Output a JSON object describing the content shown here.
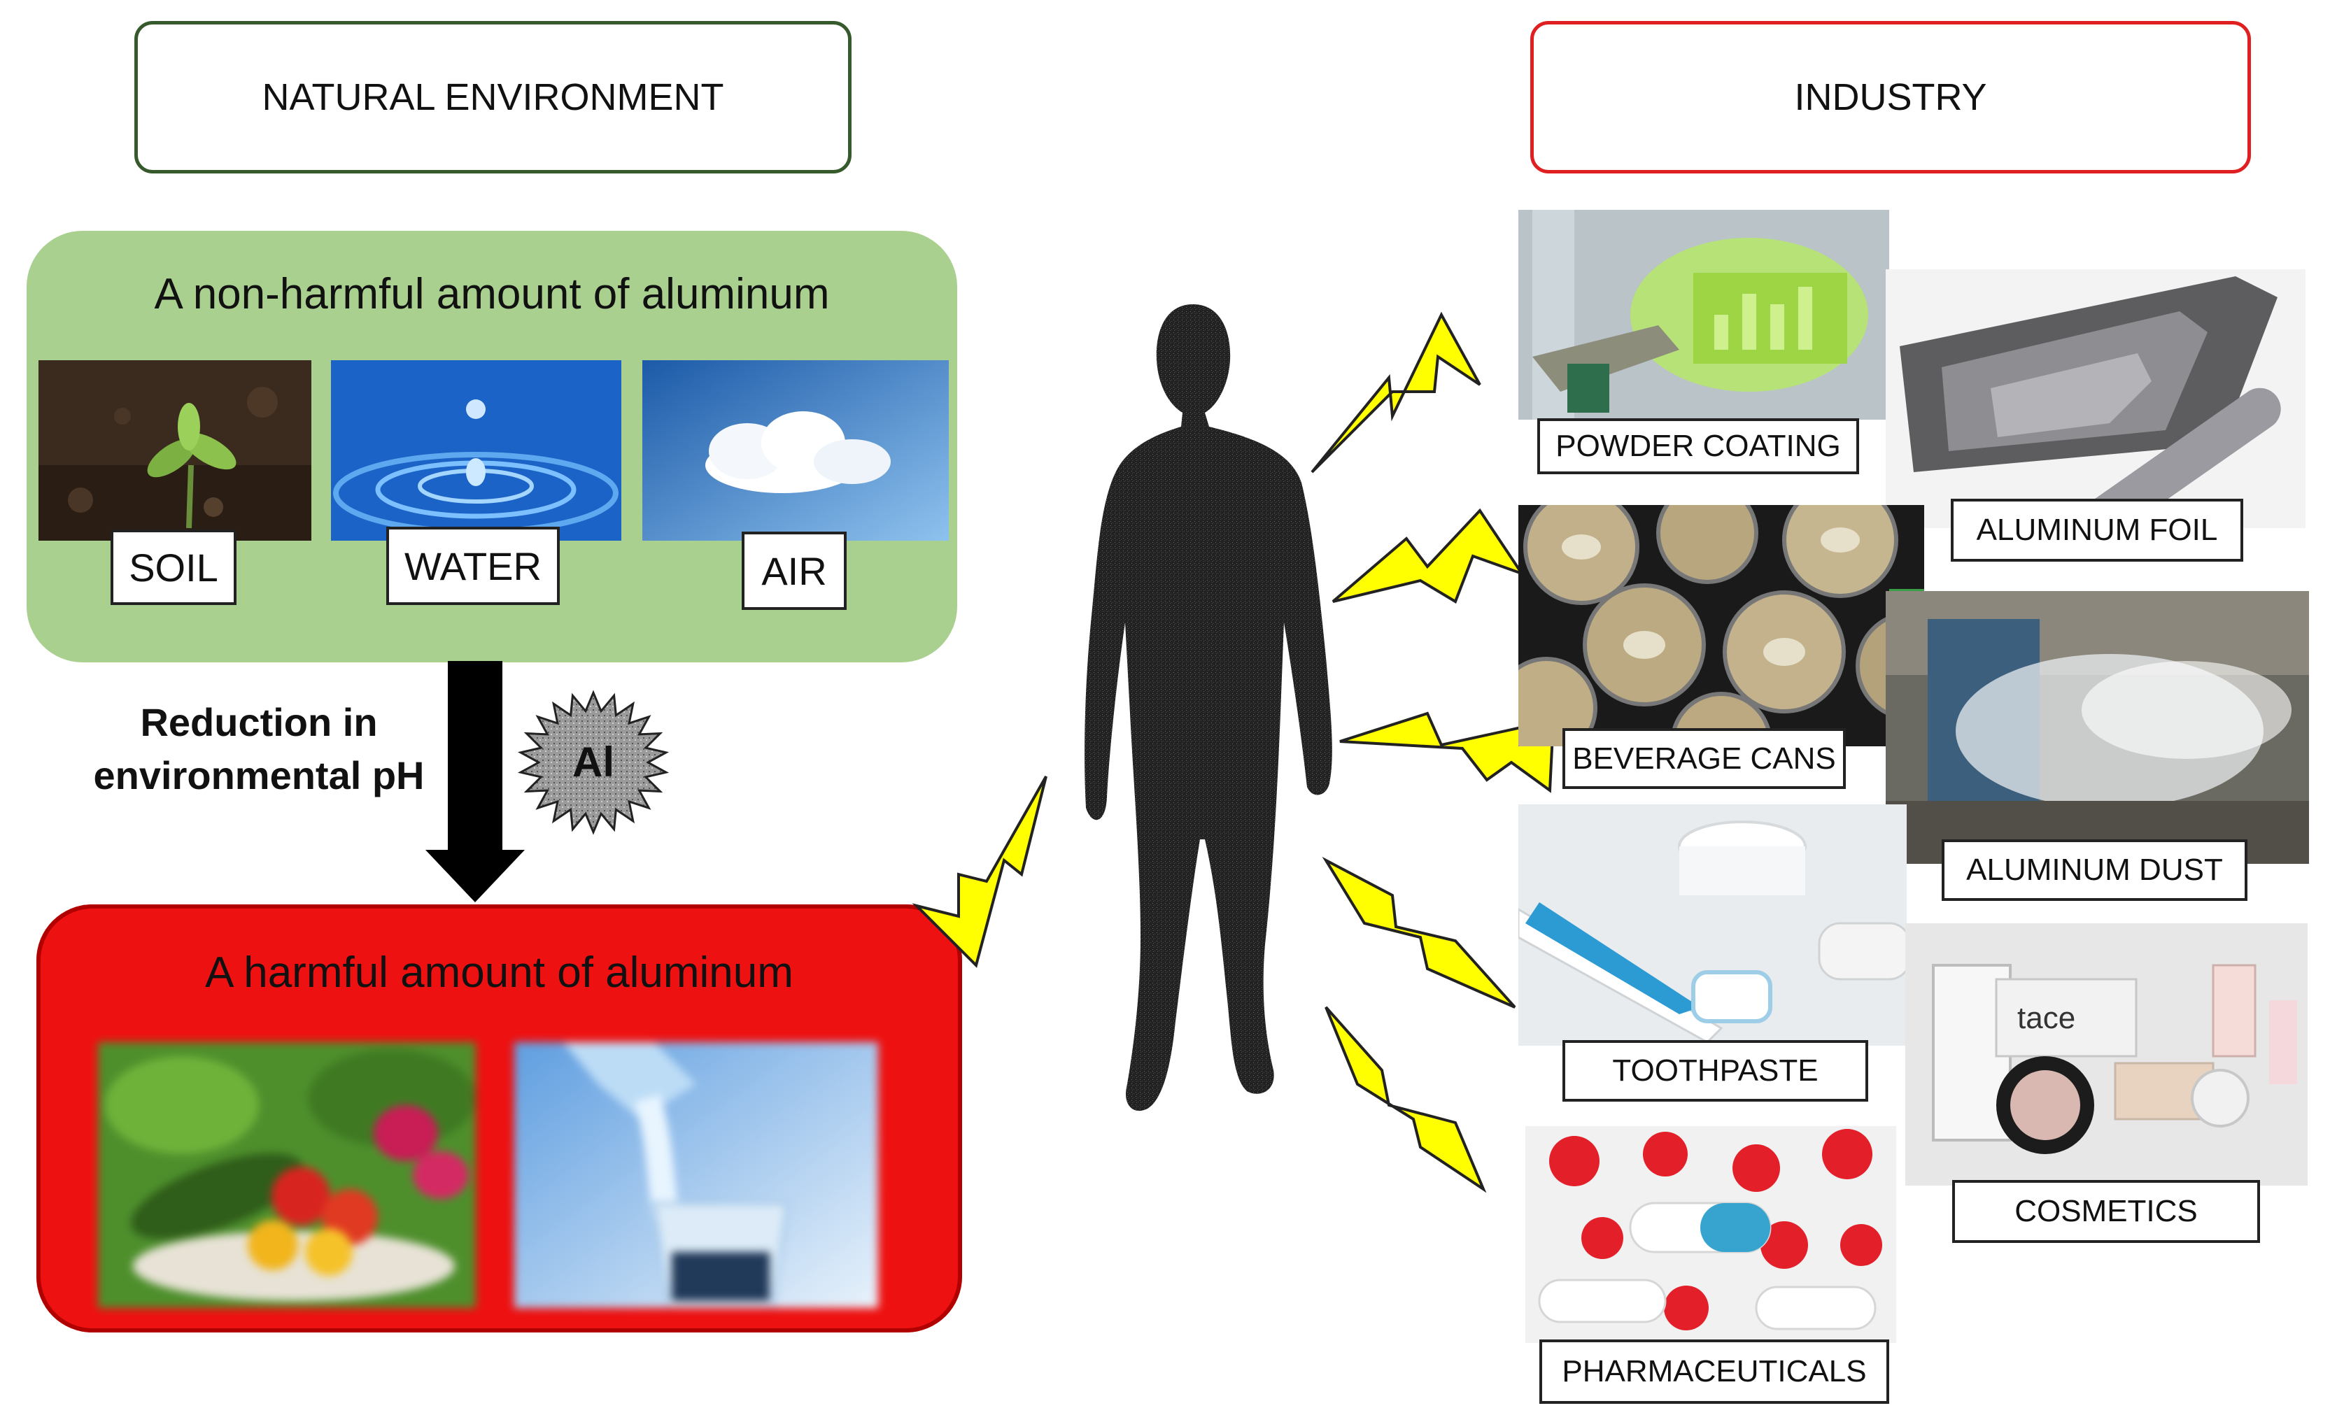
{
  "headers": {
    "natural": "NATURAL ENVIRONMENT",
    "industry": "INDUSTRY"
  },
  "natural_box": {
    "title": "A non-harmful amount of aluminum",
    "items": [
      "SOIL",
      "WATER",
      "AIR"
    ]
  },
  "transition": {
    "text_line1": "Reduction in",
    "text_line2": "environmental pH",
    "badge": "Al"
  },
  "harmful_box": {
    "title": "A harmful amount of aluminum"
  },
  "industry_labels": {
    "powder_coating": "POWDER COATING",
    "aluminum_foil": "ALUMINUM FOIL",
    "beverage_cans": "BEVERAGE CANS",
    "aluminum_dust": "ALUMINUM DUST",
    "toothpaste": "TOOTHPASTE",
    "cosmetics": "COSMETICS",
    "pharmaceuticals": "PHARMACEUTICALS"
  },
  "colors": {
    "natural_border": "#375a2c",
    "industry_border": "#e02020",
    "green_fill": "#a9d08e",
    "red_fill": "#ee1111",
    "lightning": "#ffff00"
  }
}
